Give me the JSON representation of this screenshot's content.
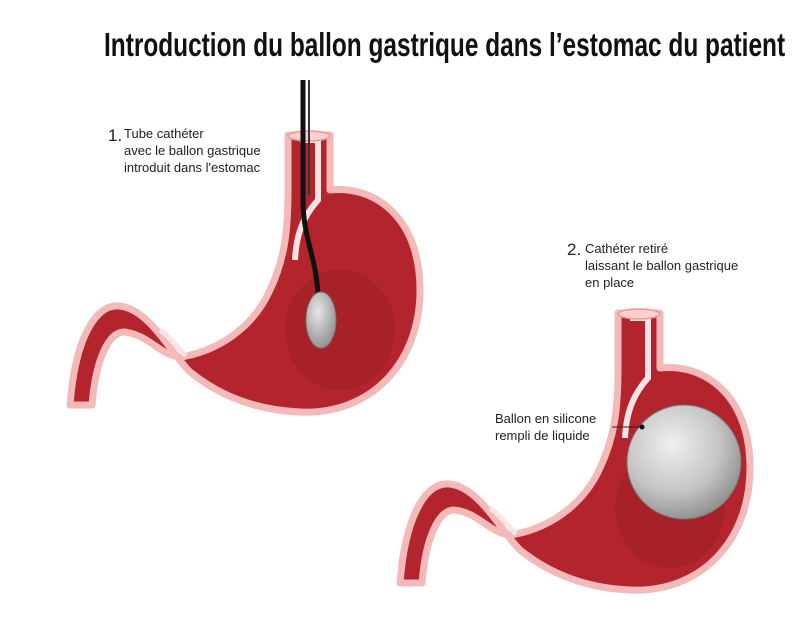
{
  "title": "Introduction du ballon gastrique dans l’estomac du patient",
  "step1": {
    "number": "1.",
    "lines": [
      "Tube cathéter",
      "avec le ballon gastrique",
      "introduit dans l'estomac"
    ]
  },
  "step2": {
    "number": "2.",
    "lines": [
      "Cathéter retiré",
      "laissant le ballon gastrique",
      "en place"
    ]
  },
  "balloon_label": {
    "lines": [
      "Ballon en silicone",
      "rempli de liquide"
    ]
  },
  "colors": {
    "stomach_red": "#b3242c",
    "wall_pink": "#f4b9b9",
    "balloon_grey": "#bdbdbd"
  }
}
